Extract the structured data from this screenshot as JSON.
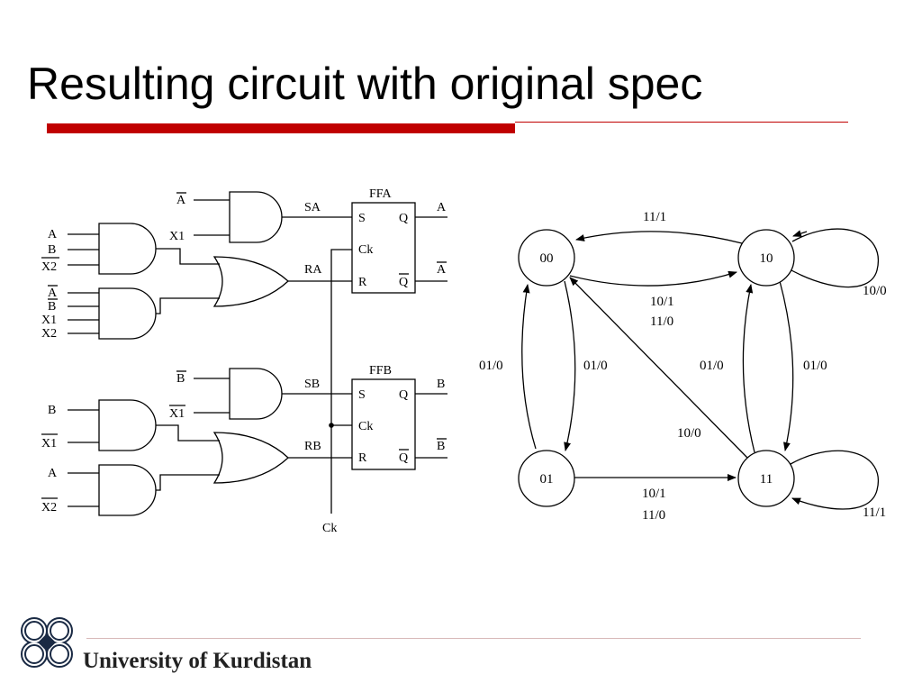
{
  "slide": {
    "title": "Resulting circuit with original spec",
    "footer": "University of Kurdistan",
    "logo_icon": "knot-logo-icon"
  },
  "colors": {
    "accent": "#c00000",
    "text": "#000000",
    "background": "#ffffff"
  },
  "circuit": {
    "ffa": {
      "name": "FFA",
      "s": "S",
      "q": "Q",
      "ck": "Ck",
      "r": "R",
      "qbar": "Q"
    },
    "ffb": {
      "name": "FFB",
      "s": "S",
      "q": "Q",
      "ck": "Ck",
      "r": "R",
      "qbar": "Q"
    },
    "signals": {
      "abar": "A",
      "x1": "X1",
      "sa": "SA",
      "ra": "RA",
      "a_out": "A",
      "abar_out": "A",
      "bbar": "B",
      "x1bar": "X1",
      "sb": "SB",
      "rb": "RB",
      "b_out": "B",
      "bbar_out": "B",
      "ck": "Ck"
    },
    "and1_inputs": [
      "A",
      "B",
      "X2"
    ],
    "and2_inputs": [
      "A",
      "B",
      "X1",
      "X2"
    ],
    "and3_inputs": [
      "B",
      "X1"
    ],
    "and4_inputs": [
      "A",
      "X2"
    ]
  },
  "state_diagram": {
    "states": [
      "00",
      "10",
      "01",
      "11"
    ],
    "labels": {
      "t00_10_top": "11/1",
      "t00_10_bottom_1": "10/1",
      "t00_10_bottom_2": "11/0",
      "loop10": "10/0",
      "t01_00": "01/0",
      "t00_01": "01/0",
      "t11_10": "01/0",
      "t10_11": "01/0",
      "t11_00": "10/0",
      "t01_11_1": "10/1",
      "t01_11_2": "11/0",
      "loop11": "11/1"
    }
  }
}
